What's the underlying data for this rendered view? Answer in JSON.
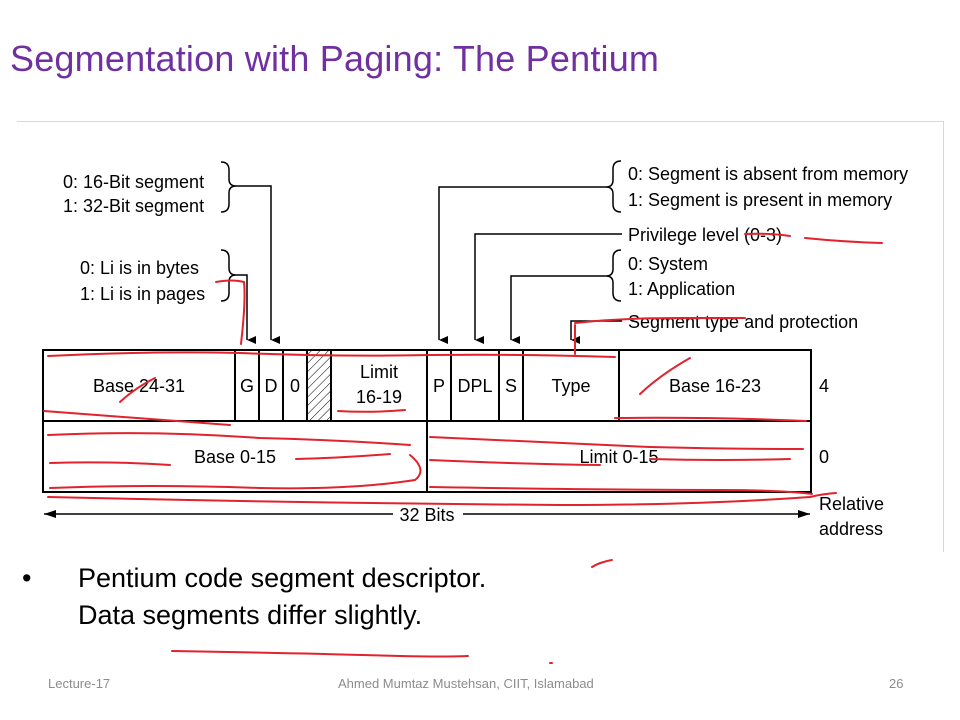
{
  "slide": {
    "title": "Segmentation with Paging: The Pentium",
    "bullet_symbol": "•",
    "bullet_line1": "Pentium code segment descriptor.",
    "bullet_line2": "Data segments differ slightly.",
    "footer_left": "Lecture-17",
    "footer_center": "Ahmed Mumtaz Mustehsan, CIIT, Islamabad",
    "footer_right": "26"
  },
  "diagram": {
    "left_notes": {
      "g_line1": "0: 16-Bit segment",
      "g_line2": "1: 32-Bit segment",
      "d_line1": "0: Li is in bytes",
      "d_line2": "1: Li is in pages"
    },
    "right_notes": {
      "p_line1": "0: Segment is absent from memory",
      "p_line2": "1: Segment is present in memory",
      "dpl": "Privilege level (0-3)",
      "s_line1": "0: System",
      "s_line2": "1: Application",
      "type": "Segment type and protection"
    },
    "row_top": {
      "base_24_31": "Base 24-31",
      "g": "G",
      "d": "D",
      "zero": "0",
      "limit_line1": "Limit",
      "limit_line2": "16-19",
      "p": "P",
      "dpl": "DPL",
      "s": "S",
      "type": "Type",
      "base_16_23": "Base 16-23",
      "offset": "4"
    },
    "row_bottom": {
      "base_0_15": "Base 0-15",
      "limit_0_15": "Limit 0-15",
      "offset": "0"
    },
    "bits_label": "32 Bits",
    "relative_line1": "Relative",
    "relative_line2": "address"
  }
}
